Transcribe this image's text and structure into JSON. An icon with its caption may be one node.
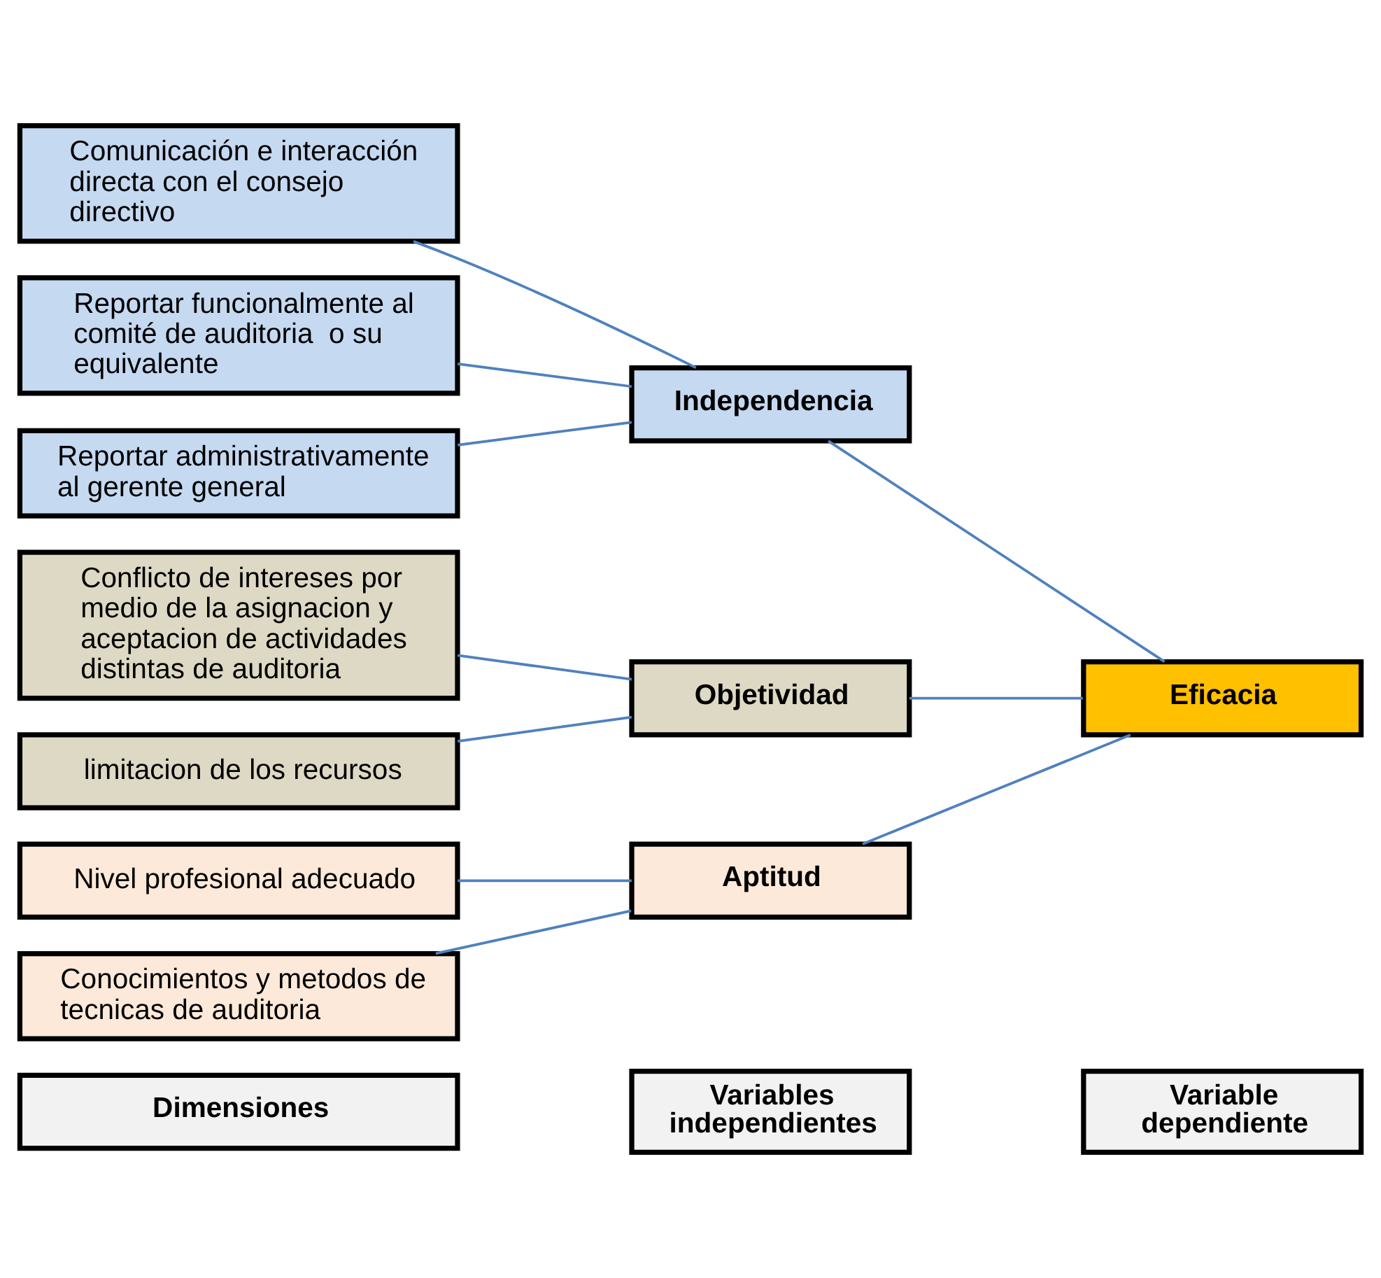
{
  "diagram": {
    "nodes": [
      {
        "text": [
          "Dimensiones"
        ]
      },
      {
        "text": [
          "Variables independientes"
        ]
      },
      {
        "text": [
          "Variable dependiente"
        ]
      },
      {
        "text": [
          "Comunicación e interacción directa con el consejo directivo"
        ]
      },
      {
        "text": [
          "Reportar funcionalmente al comité de auditoria  o su equivalente"
        ]
      },
      {
        "text": [
          "Reportar administrativamente  al gerente general"
        ]
      },
      {
        "text": [
          "Independencia"
        ]
      },
      {
        "text": [
          "Conflicto de intereses por medio de la asignacion y aceptacion de actividades distintas de auditoria"
        ]
      },
      {
        "text": [
          "limitacion de los recursos"
        ]
      },
      {
        "text": [
          "Objetividad"
        ]
      },
      {
        "text": [
          "Nivel profesional adecuado"
        ]
      },
      {
        "text": [
          "Conocimientos y metodos de tecnicas de auditoria"
        ]
      },
      {
        "text": [
          "Aptitud"
        ]
      },
      {
        "text": [
          "Eficacia"
        ]
      }
    ],
    "edges": [
      {
        "from": 3,
        "to": 6,
        "arrow": "none"
      },
      {
        "from": 4,
        "to": 6,
        "arrow": "none"
      },
      {
        "from": 5,
        "to": 6,
        "arrow": "none"
      },
      {
        "from": 7,
        "to": 9,
        "arrow": "none"
      },
      {
        "from": 8,
        "to": 9,
        "arrow": "none"
      },
      {
        "from": 10,
        "to": 12,
        "arrow": "none"
      },
      {
        "from": 11,
        "to": 12,
        "arrow": "none"
      },
      {
        "from": 6,
        "to": 13,
        "arrow": "none"
      },
      {
        "from": 9,
        "to": 13,
        "arrow": "none"
      },
      {
        "from": 12,
        "to": 13,
        "arrow": "none"
      }
    ]
  }
}
